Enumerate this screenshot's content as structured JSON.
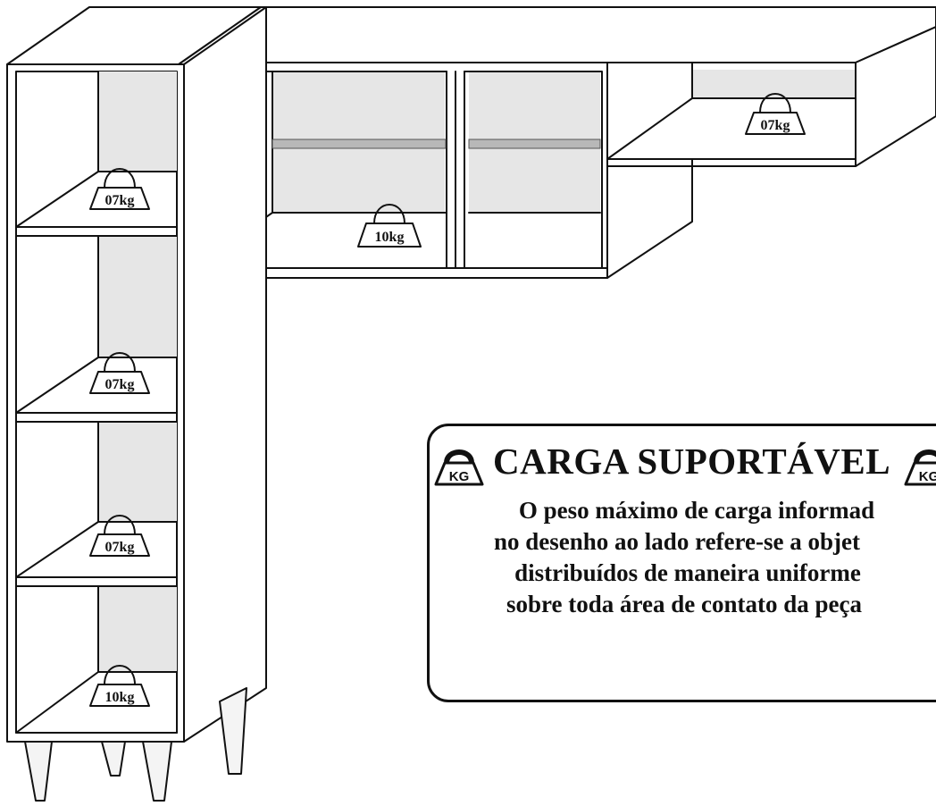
{
  "weights": {
    "tower_shelf_1": "07kg",
    "tower_shelf_2": "07kg",
    "tower_shelf_3": "07kg",
    "tower_bottom": "10kg",
    "upper_cabinet": "10kg",
    "upper_right_shelf": "07kg"
  },
  "notice": {
    "icon_label": "KG",
    "title": "CARGA SUPORTÁVEL",
    "lines": [
      "O peso máximo de carga informad",
      "no desenho ao lado refere-se a objet",
      "distribuídos de maneira uniforme",
      "sobre toda área de contato da peça"
    ]
  }
}
